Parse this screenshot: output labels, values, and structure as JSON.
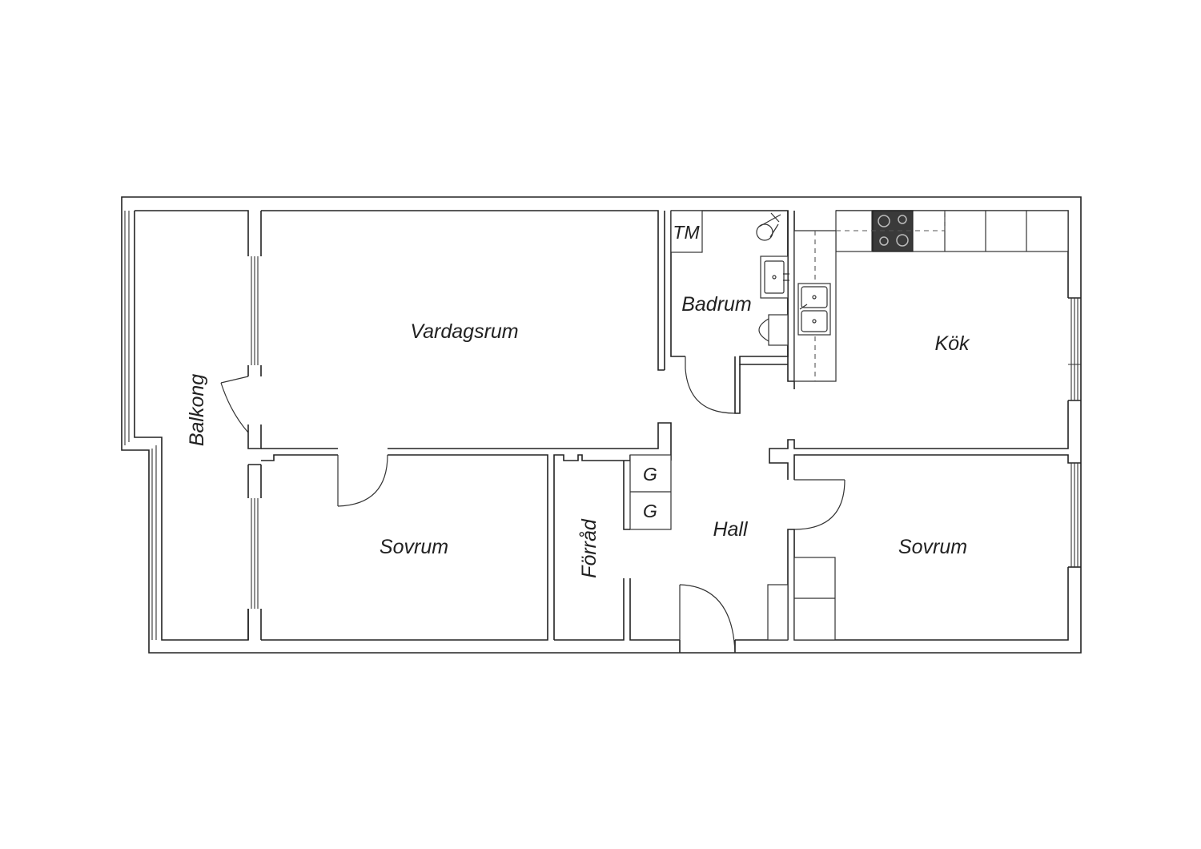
{
  "plan": {
    "rooms": {
      "balkong": "Balkong",
      "vardagsrum": "Vardagsrum",
      "badrum": "Badrum",
      "kok": "Kök",
      "sovrum_left": "Sovrum",
      "sovrum_right": "Sovrum",
      "forrad": "Förråd",
      "hall": "Hall"
    },
    "fixtures": {
      "tm": "TM",
      "wardrobe_top": "G",
      "wardrobe_bottom": "G"
    },
    "colors": {
      "wall": "#222222",
      "stove": "#3a3a3a"
    }
  }
}
